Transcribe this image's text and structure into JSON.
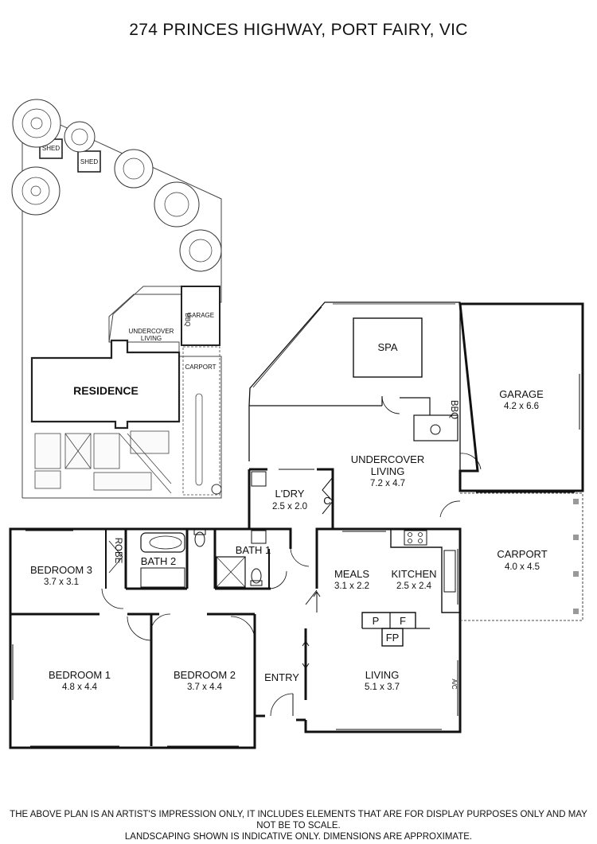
{
  "title": "274 PRINCES HIGHWAY, PORT FAIRY, VIC",
  "site_plan": {
    "shed_1": "SHED",
    "shed_2": "SHED",
    "residence": "RESIDENCE",
    "undercover_living": "UNDERCOVER LIVING",
    "garage": "GARAGE",
    "bbq": "BBQ",
    "carport": "CARPORT"
  },
  "rooms": {
    "spa": {
      "name": "SPA"
    },
    "garage": {
      "name": "GARAGE",
      "dim": "4.2 x 6.6"
    },
    "bbq": {
      "name": "BBQ"
    },
    "undercover_living": {
      "name_1": "UNDERCOVER",
      "name_2": "LIVING",
      "dim": "7.2 x 4.7"
    },
    "laundry": {
      "name": "L'DRY",
      "dim": "2.5 x 2.0",
      "cupboard": "C"
    },
    "carport": {
      "name": "CARPORT",
      "dim": "4.0 x 4.5"
    },
    "bedroom_3": {
      "name": "BEDROOM 3",
      "dim": "3.7 x 3.1"
    },
    "robe": {
      "name": "ROBE"
    },
    "bath_2": {
      "name": "BATH 2"
    },
    "bath_1": {
      "name": "BATH 1"
    },
    "meals": {
      "name": "MEALS",
      "dim": "3.1 x 2.2"
    },
    "kitchen": {
      "name": "KITCHEN",
      "dim": "2.5 x 2.4"
    },
    "pantry": {
      "name": "P"
    },
    "fridge": {
      "name": "F"
    },
    "fireplace": {
      "name": "FP"
    },
    "bedroom_1": {
      "name": "BEDROOM 1",
      "dim": "4.8 x 4.4"
    },
    "bedroom_2": {
      "name": "BEDROOM 2",
      "dim": "3.7 x 4.4"
    },
    "entry": {
      "name": "ENTRY"
    },
    "living": {
      "name": "LIVING",
      "dim": "5.1 x 3.7",
      "ac": "A/C"
    }
  },
  "footer": {
    "line_1": "THE ABOVE PLAN IS AN ARTIST'S IMPRESSION ONLY, IT INCLUDES ELEMENTS THAT ARE FOR DISPLAY PURPOSES ONLY AND MAY NOT BE TO SCALE.",
    "line_2": "LANDSCAPING SHOWN IS INDICATIVE ONLY. DIMENSIONS ARE APPROXIMATE."
  }
}
